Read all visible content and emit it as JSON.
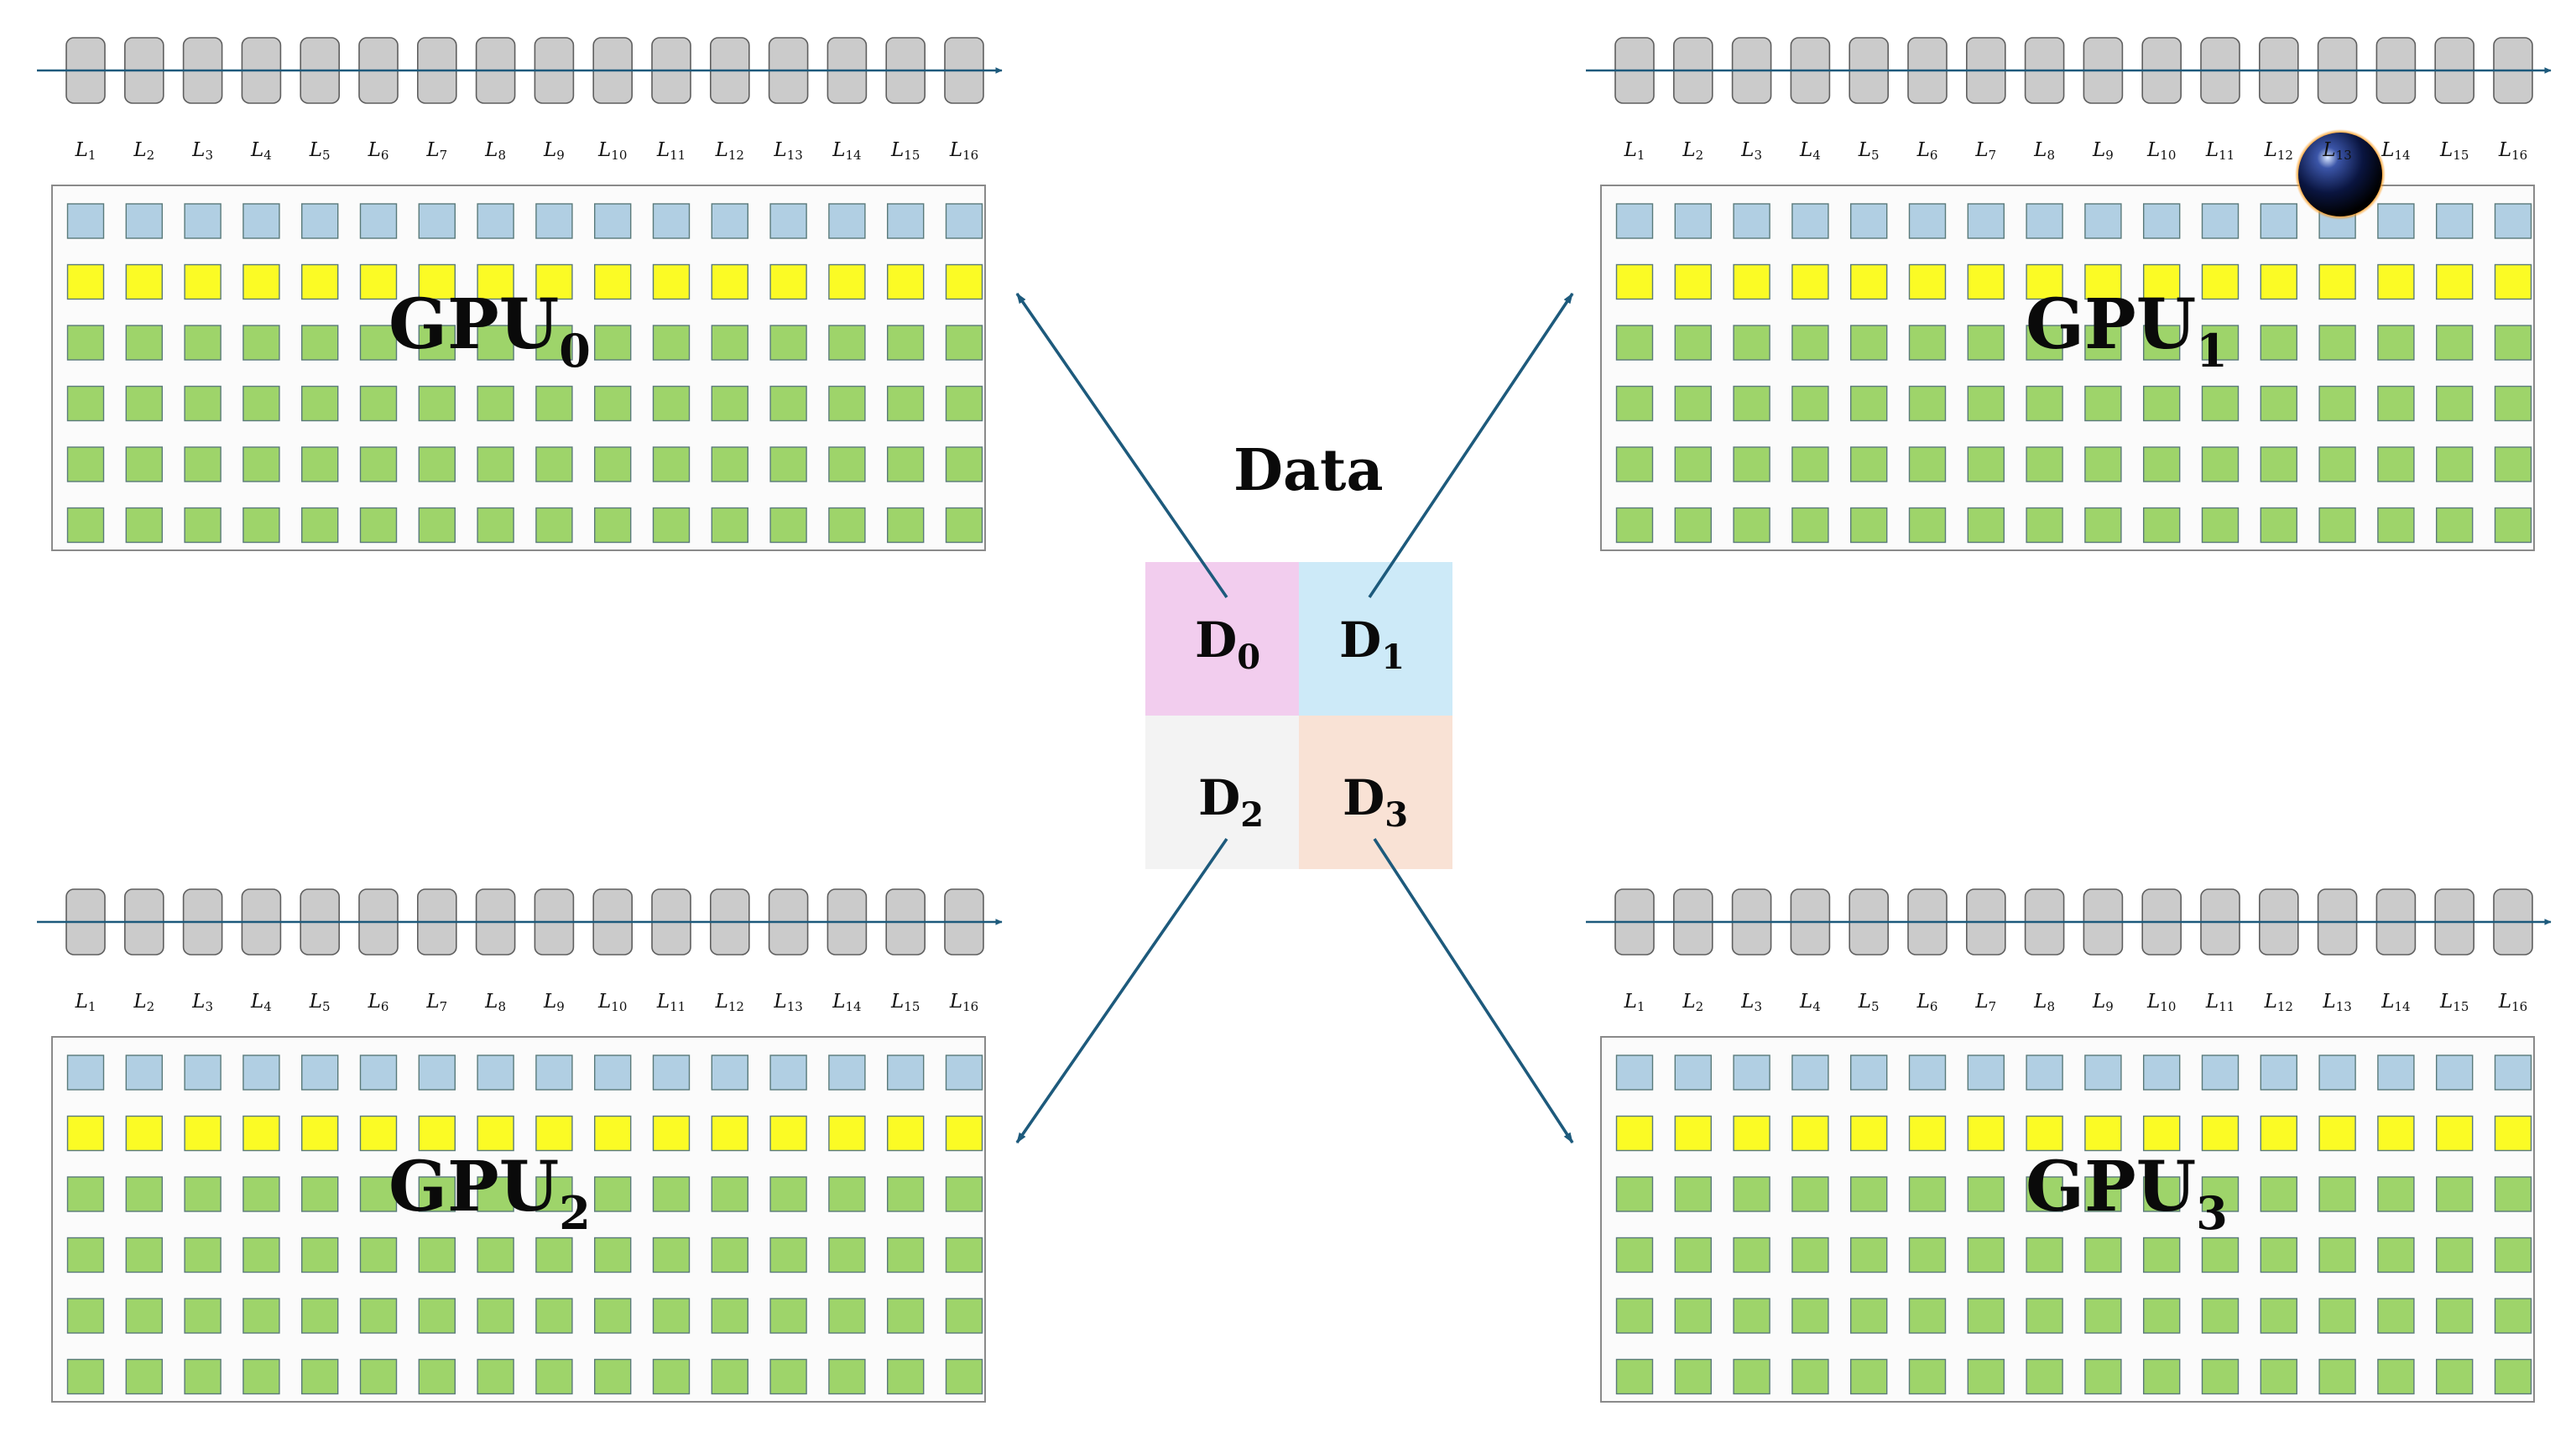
{
  "data_title": "Data",
  "shards": [
    {
      "prefix": "D",
      "index": "0",
      "color": "#f2cdee"
    },
    {
      "prefix": "D",
      "index": "1",
      "color": "#cdeaf8"
    },
    {
      "prefix": "D",
      "index": "2",
      "color": "#f3f3f3"
    },
    {
      "prefix": "D",
      "index": "3",
      "color": "#f9e2d5"
    }
  ],
  "gpus": [
    {
      "prefix": "GPU",
      "index": "0"
    },
    {
      "prefix": "GPU",
      "index": "1"
    },
    {
      "prefix": "GPU",
      "index": "2"
    },
    {
      "prefix": "GPU",
      "index": "3"
    }
  ],
  "layer_letter": "L",
  "layer_indices": [
    "1",
    "2",
    "3",
    "4",
    "5",
    "6",
    "7",
    "8",
    "9",
    "10",
    "11",
    "12",
    "13",
    "14",
    "15",
    "16"
  ],
  "grid_rows": [
    "blue",
    "yellow",
    "green",
    "green",
    "green",
    "green"
  ],
  "colors": {
    "blue": "#b1cfe3",
    "yellow": "#fbfb25",
    "green": "#9ed46a",
    "layer_block": "#cbcbcb",
    "arrow": "#1d5a7c",
    "panel_border": "#8a8a8a"
  }
}
